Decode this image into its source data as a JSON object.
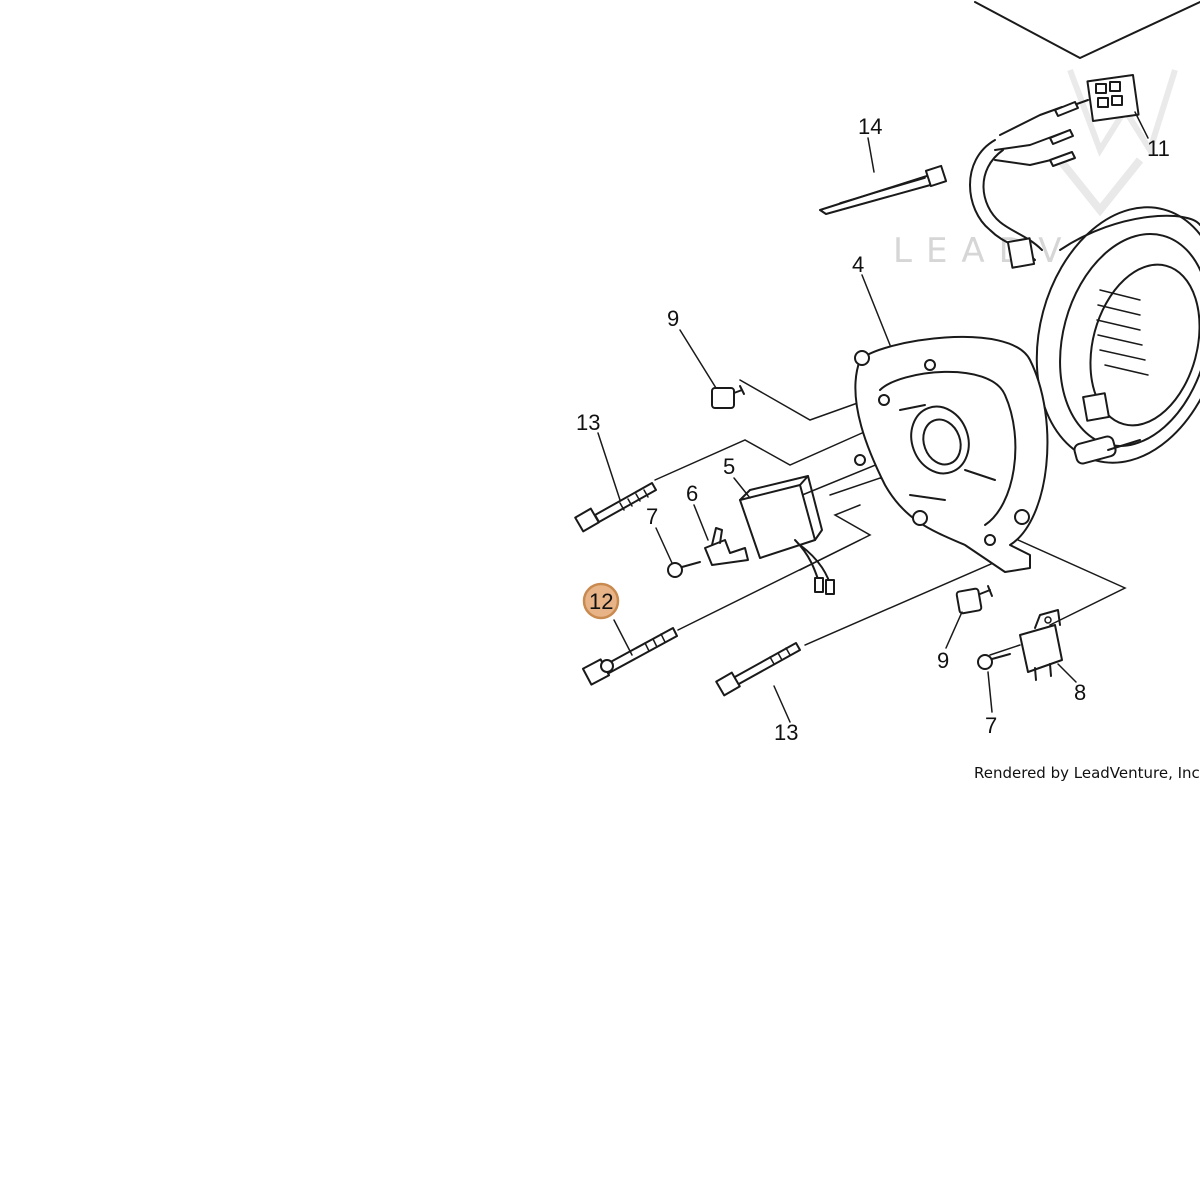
{
  "diagram": {
    "watermark": "LEADVENTU",
    "credit": "Rendered by LeadVenture, Inc.",
    "highlight_color": "#e8b487",
    "highlight_stroke": "#c98a50",
    "callouts": {
      "c14": "14",
      "c11": "11",
      "c4": "4",
      "c9_top": "9",
      "c13_top": "13",
      "c5": "5",
      "c6": "6",
      "c7_left": "7",
      "c12": "12",
      "c13_bottom": "13",
      "c9_bottom": "9",
      "c8": "8",
      "c7_right": "7"
    }
  }
}
